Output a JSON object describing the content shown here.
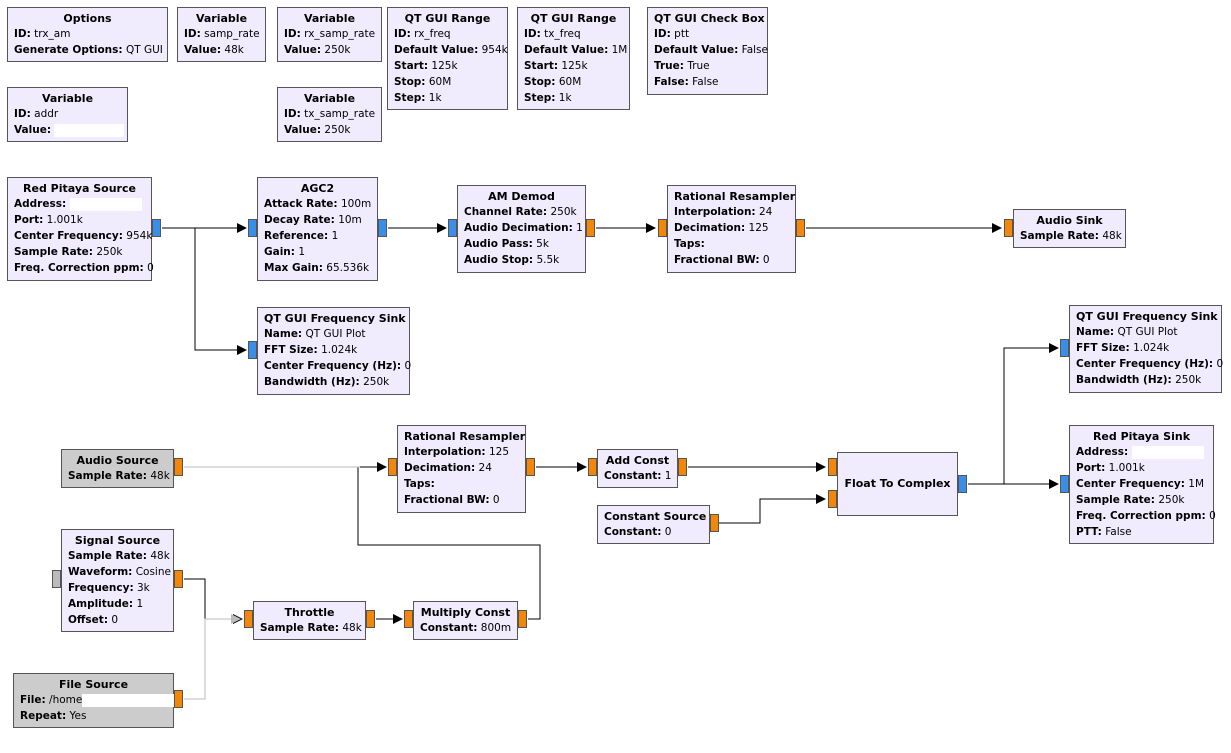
{
  "blocks": {
    "options": {
      "title": "Options",
      "params": [
        {
          "k": "ID:",
          "v": "trx_am"
        },
        {
          "k": "Generate Options:",
          "v": "QT GUI"
        }
      ]
    },
    "var_samp_rate": {
      "title": "Variable",
      "params": [
        {
          "k": "ID:",
          "v": "samp_rate"
        },
        {
          "k": "Value:",
          "v": "48k"
        }
      ]
    },
    "var_rx_samp_rate": {
      "title": "Variable",
      "params": [
        {
          "k": "ID:",
          "v": "rx_samp_rate"
        },
        {
          "k": "Value:",
          "v": "250k"
        }
      ]
    },
    "range_rx_freq": {
      "title": "QT GUI Range",
      "params": [
        {
          "k": "ID:",
          "v": "rx_freq"
        },
        {
          "k": "Default Value:",
          "v": "954k"
        },
        {
          "k": "Start:",
          "v": "125k"
        },
        {
          "k": "Stop:",
          "v": "60M"
        },
        {
          "k": "Step:",
          "v": "1k"
        }
      ]
    },
    "range_tx_freq": {
      "title": "QT GUI Range",
      "params": [
        {
          "k": "ID:",
          "v": "tx_freq"
        },
        {
          "k": "Default Value:",
          "v": "1M"
        },
        {
          "k": "Start:",
          "v": "125k"
        },
        {
          "k": "Stop:",
          "v": "60M"
        },
        {
          "k": "Step:",
          "v": "1k"
        }
      ]
    },
    "check_ptt": {
      "title": "QT GUI Check Box",
      "params": [
        {
          "k": "ID:",
          "v": "ptt"
        },
        {
          "k": "Default Value:",
          "v": "False"
        },
        {
          "k": "True:",
          "v": "True"
        },
        {
          "k": "False:",
          "v": "False"
        }
      ]
    },
    "var_addr": {
      "title": "Variable",
      "params": [
        {
          "k": "ID:",
          "v": "addr"
        },
        {
          "k": "Value:",
          "v": ""
        }
      ]
    },
    "var_tx_samp_rate": {
      "title": "Variable",
      "params": [
        {
          "k": "ID:",
          "v": "tx_samp_rate"
        },
        {
          "k": "Value:",
          "v": "250k"
        }
      ]
    },
    "rp_source": {
      "title": "Red Pitaya Source",
      "params": [
        {
          "k": "Address:",
          "v": ""
        },
        {
          "k": "Port:",
          "v": "1.001k"
        },
        {
          "k": "Center Frequency:",
          "v": "954k"
        },
        {
          "k": "Sample Rate:",
          "v": "250k"
        },
        {
          "k": "Freq. Correction ppm:",
          "v": "0"
        }
      ]
    },
    "agc2": {
      "title": "AGC2",
      "params": [
        {
          "k": "Attack Rate:",
          "v": "100m"
        },
        {
          "k": "Decay Rate:",
          "v": "10m"
        },
        {
          "k": "Reference:",
          "v": "1"
        },
        {
          "k": "Gain:",
          "v": "1"
        },
        {
          "k": "Max Gain:",
          "v": "65.536k"
        }
      ]
    },
    "am_demod": {
      "title": "AM Demod",
      "params": [
        {
          "k": "Channel Rate:",
          "v": "250k"
        },
        {
          "k": "Audio Decimation:",
          "v": "1"
        },
        {
          "k": "Audio Pass:",
          "v": "5k"
        },
        {
          "k": "Audio Stop:",
          "v": "5.5k"
        }
      ]
    },
    "resampler_rx": {
      "title": "Rational Resampler",
      "params": [
        {
          "k": "Interpolation:",
          "v": "24"
        },
        {
          "k": "Decimation:",
          "v": "125"
        },
        {
          "k": "Taps:",
          "v": ""
        },
        {
          "k": "Fractional BW:",
          "v": "0"
        }
      ]
    },
    "audio_sink": {
      "title": "Audio Sink",
      "params": [
        {
          "k": "Sample Rate:",
          "v": "48k"
        }
      ]
    },
    "freq_sink_rx": {
      "title": "QT GUI Frequency Sink",
      "params": [
        {
          "k": "Name:",
          "v": "QT GUI Plot"
        },
        {
          "k": "FFT Size:",
          "v": "1.024k"
        },
        {
          "k": "Center Frequency (Hz):",
          "v": "0"
        },
        {
          "k": "Bandwidth (Hz):",
          "v": "250k"
        }
      ]
    },
    "freq_sink_tx": {
      "title": "QT GUI Frequency Sink",
      "params": [
        {
          "k": "Name:",
          "v": "QT GUI Plot"
        },
        {
          "k": "FFT Size:",
          "v": "1.024k"
        },
        {
          "k": "Center Frequency (Hz):",
          "v": "0"
        },
        {
          "k": "Bandwidth (Hz):",
          "v": "250k"
        }
      ]
    },
    "audio_source": {
      "title": "Audio Source",
      "params": [
        {
          "k": "Sample Rate:",
          "v": "48k"
        }
      ]
    },
    "resampler_tx": {
      "title": "Rational Resampler",
      "params": [
        {
          "k": "Interpolation:",
          "v": "125"
        },
        {
          "k": "Decimation:",
          "v": "24"
        },
        {
          "k": "Taps:",
          "v": ""
        },
        {
          "k": "Fractional BW:",
          "v": "0"
        }
      ]
    },
    "add_const": {
      "title": "Add Const",
      "params": [
        {
          "k": "Constant:",
          "v": "1"
        }
      ]
    },
    "constant_source": {
      "title": "Constant Source",
      "params": [
        {
          "k": "Constant:",
          "v": "0"
        }
      ]
    },
    "float_to_complex": {
      "title": "Float To Complex",
      "params": []
    },
    "rp_sink": {
      "title": "Red Pitaya Sink",
      "params": [
        {
          "k": "Address:",
          "v": ""
        },
        {
          "k": "Port:",
          "v": "1.001k"
        },
        {
          "k": "Center Frequency:",
          "v": "1M"
        },
        {
          "k": "Sample Rate:",
          "v": "250k"
        },
        {
          "k": "Freq. Correction ppm:",
          "v": "0"
        },
        {
          "k": "PTT:",
          "v": "False"
        }
      ]
    },
    "signal_source": {
      "title": "Signal Source",
      "params": [
        {
          "k": "Sample Rate:",
          "v": "48k"
        },
        {
          "k": "Waveform:",
          "v": "Cosine"
        },
        {
          "k": "Frequency:",
          "v": "3k"
        },
        {
          "k": "Amplitude:",
          "v": "1"
        },
        {
          "k": "Offset:",
          "v": "0"
        }
      ]
    },
    "throttle": {
      "title": "Throttle",
      "params": [
        {
          "k": "Sample Rate:",
          "v": "48k"
        }
      ]
    },
    "multiply_const": {
      "title": "Multiply Const",
      "params": [
        {
          "k": "Constant:",
          "v": "800m"
        }
      ]
    },
    "file_source": {
      "title": "File Source",
      "params": [
        {
          "k": "File:",
          "v": "/home"
        },
        {
          "k": "Repeat:",
          "v": "Yes"
        }
      ]
    }
  },
  "colors": {
    "block_bg": "#f0ecfd",
    "disabled_bg": "#cccccc",
    "complex_port": "#3a8ee6",
    "float_port": "#f2870a",
    "wire": "#000000",
    "disabled_wire": "#bbbbbb"
  }
}
